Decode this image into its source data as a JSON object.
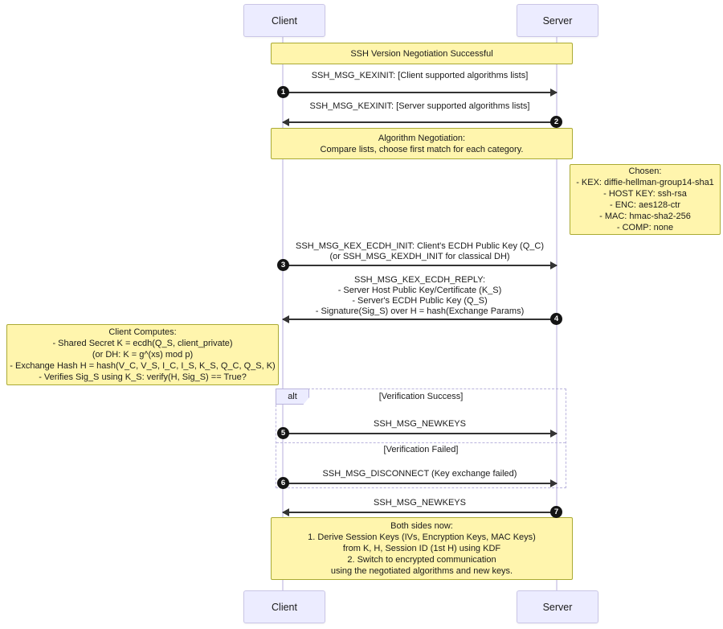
{
  "diagram": {
    "actors": {
      "client": "Client",
      "server": "Server"
    },
    "notes": {
      "version": "SSH Version Negotiation Successful",
      "algorithm": [
        "Algorithm Negotiation:",
        "Compare lists, choose first match for each category."
      ],
      "chosen": [
        "Chosen:",
        "- KEX: diffie-hellman-group14-sha1",
        "- HOST KEY: ssh-rsa",
        "- ENC: aes128-ctr",
        "- MAC: hmac-sha2-256",
        "- COMP: none"
      ],
      "client_computes": [
        "Client Computes:",
        "- Shared Secret K = ecdh(Q_S, client_private)",
        "(or DH: K = g^(xs) mod p)",
        "- Exchange Hash H = hash(V_C, V_S, I_C, I_S, K_S, Q_C, Q_S, K)",
        "- Verifies Sig_S using K_S: verify(H, Sig_S) == True?"
      ],
      "both_sides": [
        "Both sides now:",
        "1. Derive Session Keys (IVs, Encryption Keys, MAC Keys)",
        "from K, H, Session ID (1st H) using KDF",
        "2. Switch to encrypted communication",
        "using the negotiated algorithms and new keys."
      ]
    },
    "messages": [
      {
        "num": "1",
        "direction": "right",
        "lines": [
          "SSH_MSG_KEXINIT: [Client supported algorithms lists]"
        ]
      },
      {
        "num": "2",
        "direction": "left",
        "lines": [
          "SSH_MSG_KEXINIT: [Server supported algorithms lists]"
        ]
      },
      {
        "num": "3",
        "direction": "right",
        "lines": [
          "SSH_MSG_KEX_ECDH_INIT: Client's ECDH Public Key (Q_C)",
          "(or SSH_MSG_KEXDH_INIT for classical DH)"
        ]
      },
      {
        "num": "4",
        "direction": "left",
        "lines": [
          "SSH_MSG_KEX_ECDH_REPLY:",
          "- Server Host Public Key/Certificate (K_S)",
          "- Server's ECDH Public Key (Q_S)",
          "- Signature(Sig_S) over H = hash(Exchange Params)"
        ]
      },
      {
        "num": "5",
        "direction": "right",
        "lines": [
          "SSH_MSG_NEWKEYS"
        ]
      },
      {
        "num": "6",
        "direction": "right",
        "lines": [
          "SSH_MSG_DISCONNECT (Key exchange failed)"
        ]
      },
      {
        "num": "7",
        "direction": "left",
        "lines": [
          "SSH_MSG_NEWKEYS"
        ]
      }
    ],
    "alt": {
      "label": "alt",
      "sections": [
        "[Verification Success]",
        "[Verification Failed]"
      ]
    },
    "colors": {
      "actor_fill": "#ECECFF",
      "actor_border": "#cac6e6",
      "note_fill": "#fff5ad",
      "note_border": "#aaaa33",
      "lifeline": "#dbd7ee",
      "arrow": "#333333",
      "frame_border": "#bab4dd",
      "number_bg": "#141414",
      "number_text": "#ffffff"
    }
  }
}
